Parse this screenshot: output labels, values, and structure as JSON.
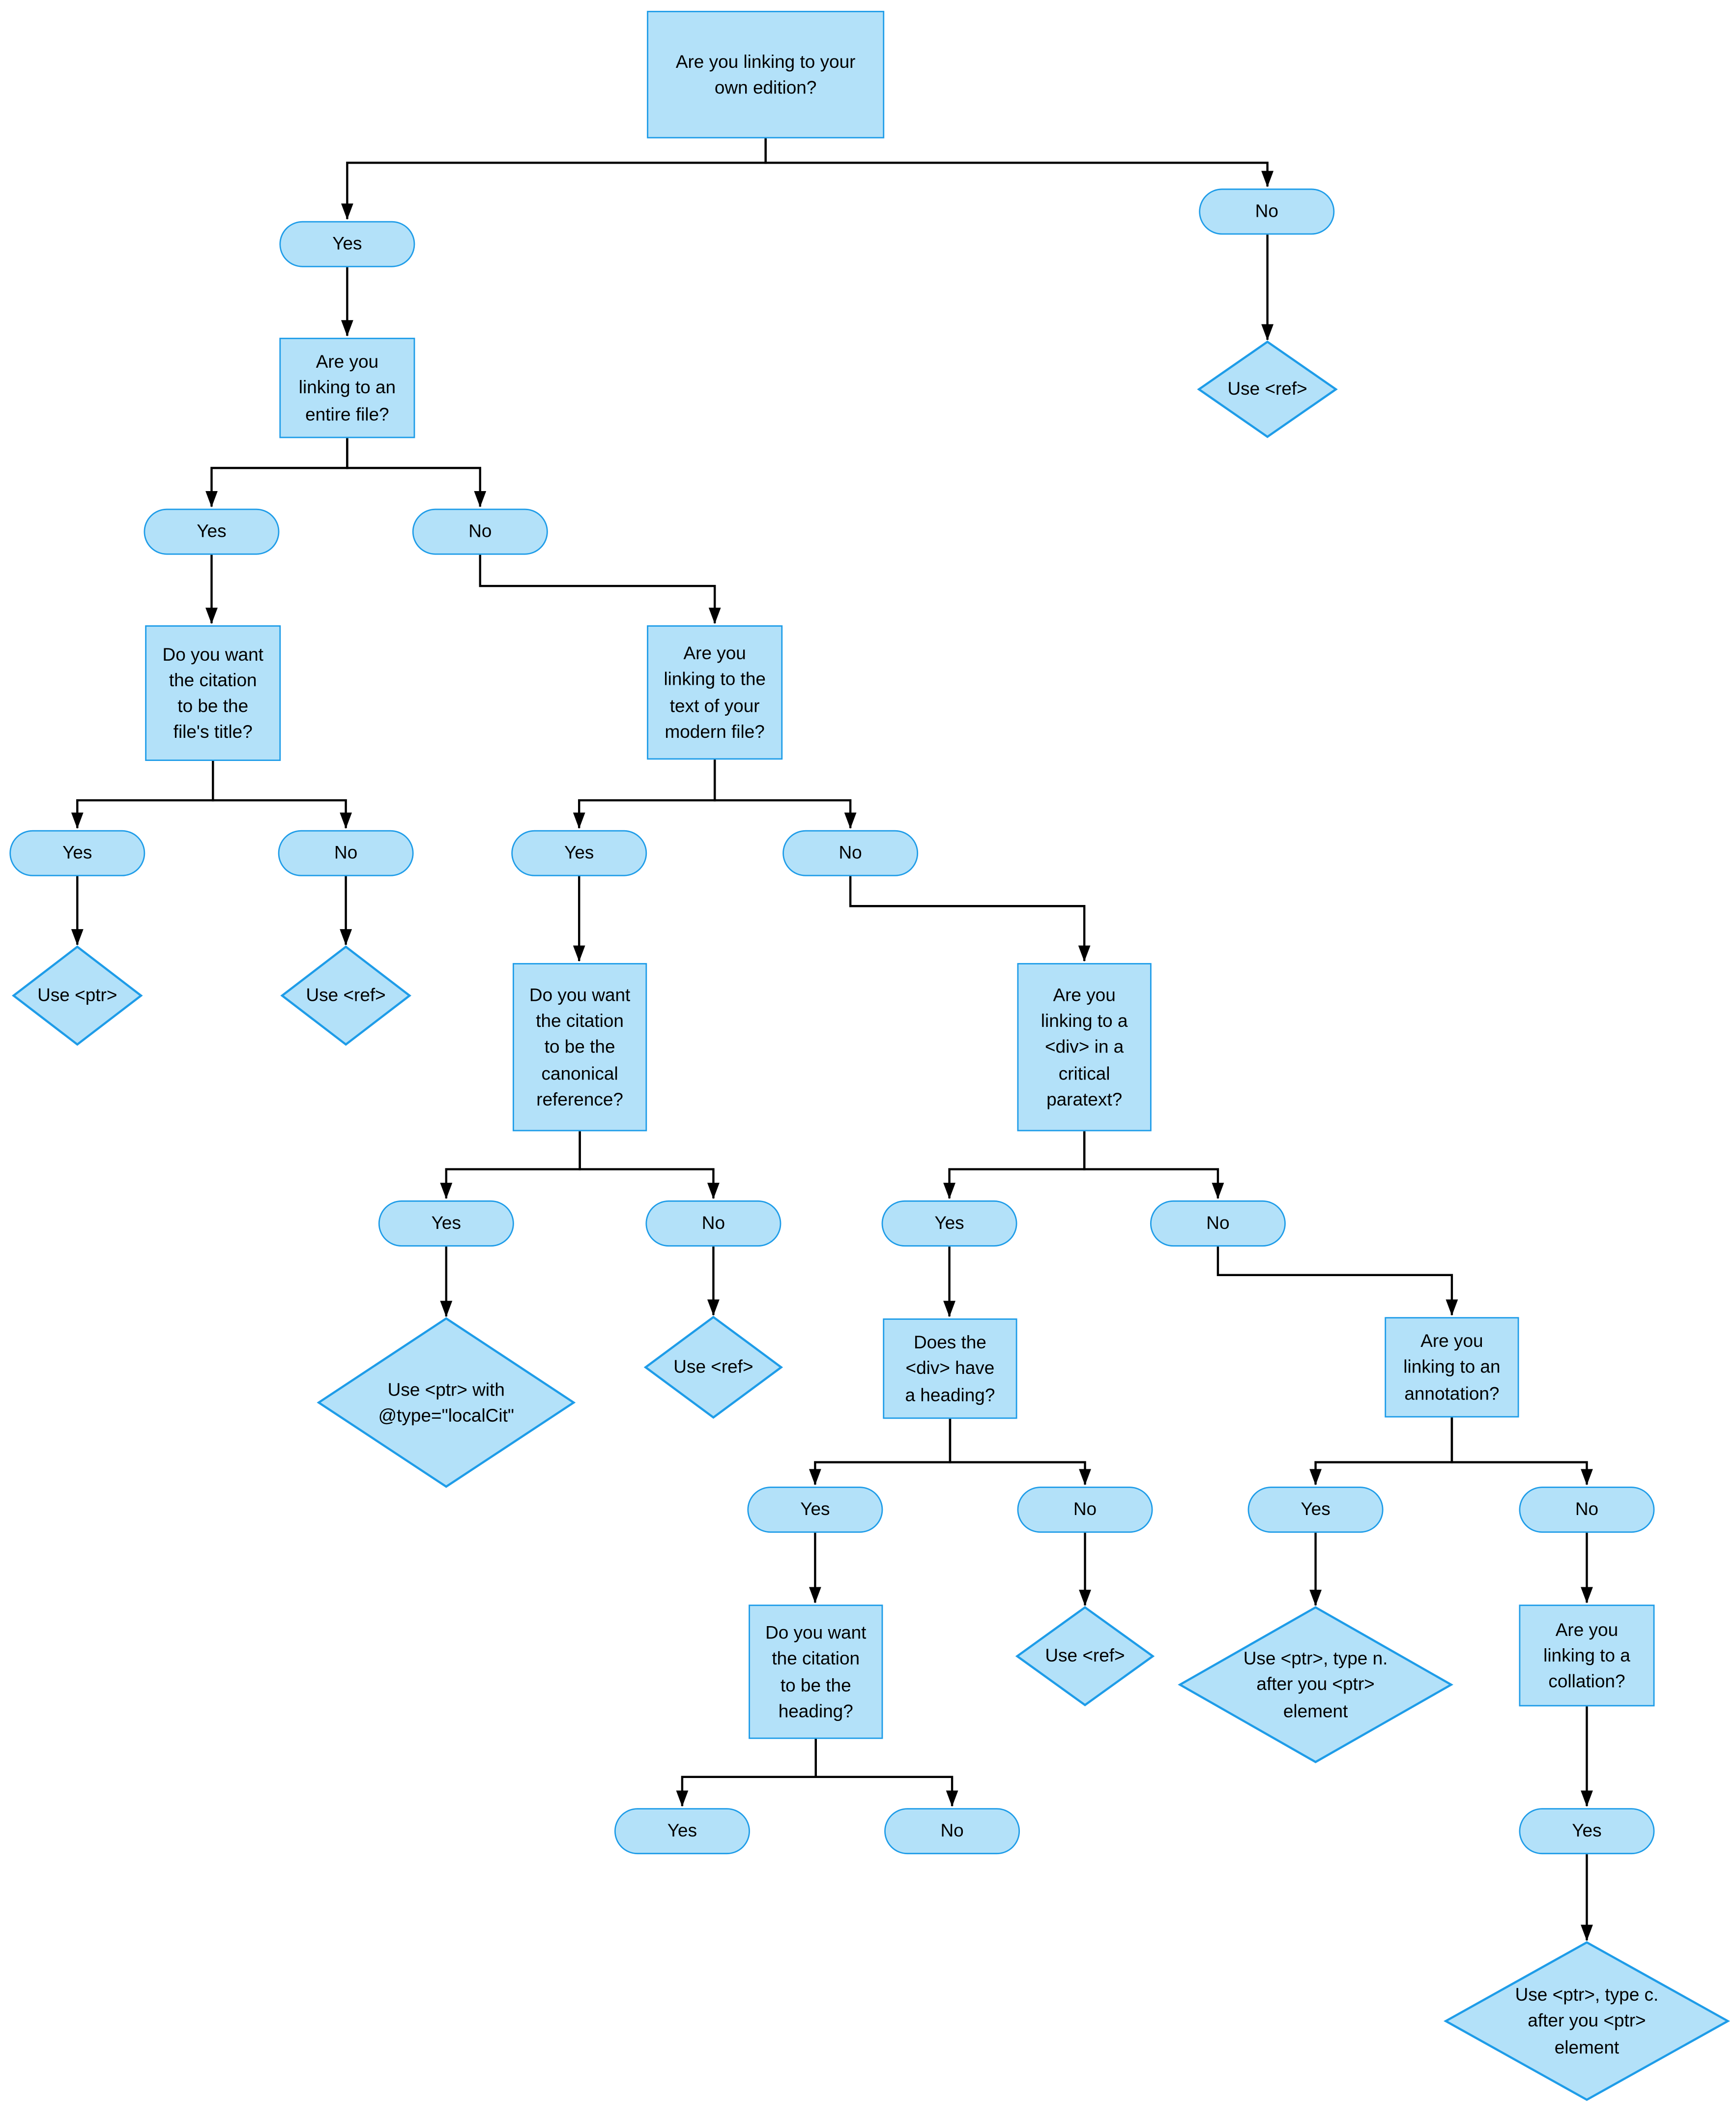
{
  "theme": {
    "node_fill": "#b3e1f9",
    "node_border": "#1e9ce8",
    "line_color": "#000000",
    "text_color": "#000000",
    "background": "#ffffff"
  },
  "labels": {
    "yes": "Yes",
    "no": "No"
  },
  "nodes": {
    "own_edition": "Are you linking to your\nown edition?",
    "entire_file": "Are you\nlinking to an\nentire file?",
    "file_title": "Do you want\nthe citation\nto be the\nfile's title?",
    "modern_file": "Are you\nlinking to the\ntext of your\nmodern file?",
    "canonical_ref": "Do you want\nthe citation\nto be the\ncanonical\nreference?",
    "critical_paratext": "Are you\nlinking to a\n<div> in a\ncritical\nparatext?",
    "div_heading": "Does the\n<div> have\na heading?",
    "annotation": "Are you\nlinking to an\nannotation?",
    "citation_heading": "Do you want\nthe citation\nto be the\nheading?",
    "collation": "Are you\nlinking to a\ncollation?"
  },
  "results": {
    "ref": "Use <ref>",
    "ptr": "Use <ptr>",
    "ptr_localcit": "Use <ptr> with\n@type=\"localCit\"",
    "ptr_type_n": "Use <ptr>, type n.\nafter you <ptr>\nelement",
    "ptr_type_c": "Use <ptr>, type c.\nafter you <ptr>\nelement"
  }
}
